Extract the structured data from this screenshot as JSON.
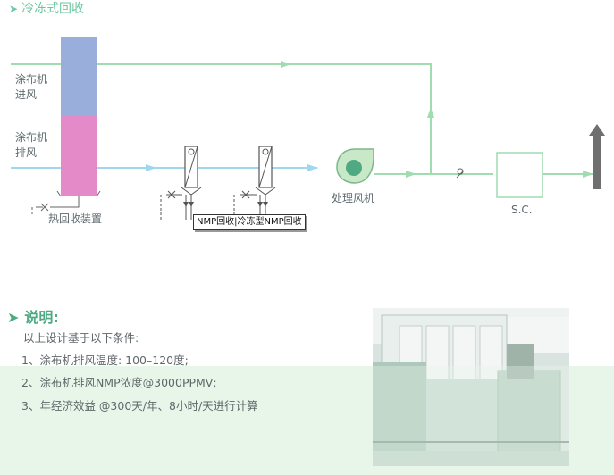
{
  "header": {
    "title": "冷冻式回收"
  },
  "diagram": {
    "labels": {
      "coater_inlet": [
        "涂布机",
        "进风"
      ],
      "coater_exhaust": [
        "涂布机",
        "排风"
      ],
      "heat_recovery": "热回收装置",
      "fan": "处理风机",
      "sc": "S.C."
    },
    "tooltip": "NMP回收|冷冻型NMP回收"
  },
  "notes": {
    "title": "说明:",
    "intro": "以上设计基于以下条件:",
    "items": [
      "1、涂布机排风温度: 100–120度;",
      "2、涂布机排风NMP浓度@3000PPMV;",
      "3、年经济效益 @300天/年、8小时/天进行计算"
    ]
  },
  "colors": {
    "accent": "#6ec7a0",
    "flow_green": "#9fdcb0",
    "flow_blue": "#9fd8ee",
    "column_top": "#9aaedb",
    "column_bottom": "#e48ac9",
    "band": "#e8f6ea"
  }
}
